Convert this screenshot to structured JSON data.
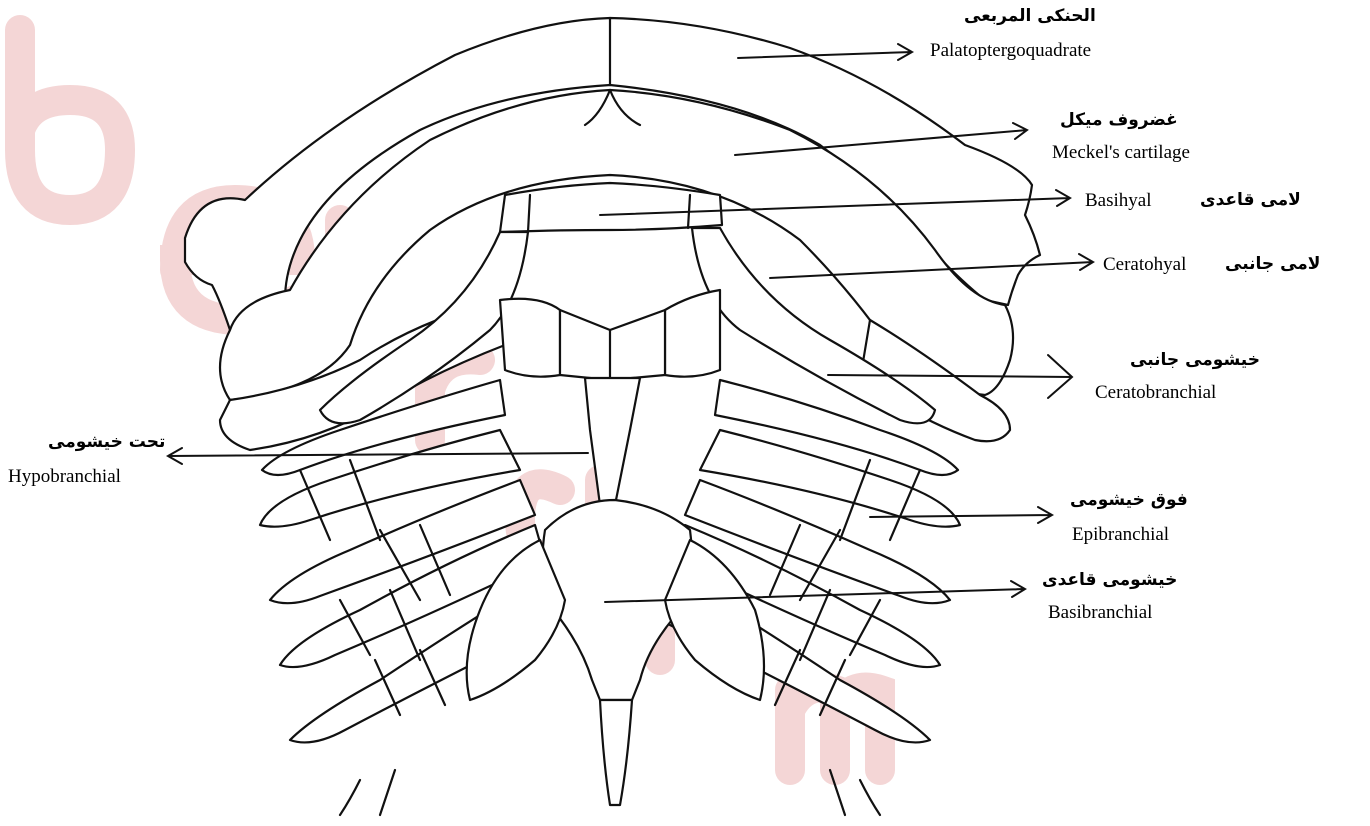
{
  "colors": {
    "ink": "#111111",
    "watermark": "#f4d6d6",
    "background": "#ffffff"
  },
  "watermark": {
    "text": "beiranma"
  },
  "labels": {
    "palatopterygoquadrate": {
      "ar": "الحنکی المربعی",
      "en": "Palatoptergoquadrate"
    },
    "meckels_cartilage": {
      "ar": "غضروف میکل",
      "en": "Meckel's cartilage"
    },
    "basihyal": {
      "ar": "لامی قاعدی",
      "en": "Basihyal"
    },
    "ceratohyal": {
      "ar": "لامی جانبی",
      "en": "Ceratohyal"
    },
    "ceratobranchial": {
      "ar": "خیشومی جانبی",
      "en": "Ceratobranchial"
    },
    "hypobranchial": {
      "ar": "تحت خیشومی",
      "en": "Hypobranchial"
    },
    "epibranchial": {
      "ar": "فوق خیشومی",
      "en": "Epibranchial"
    },
    "basibranchial": {
      "ar": "خیشومی قاعدی",
      "en": "Basibranchial"
    }
  }
}
